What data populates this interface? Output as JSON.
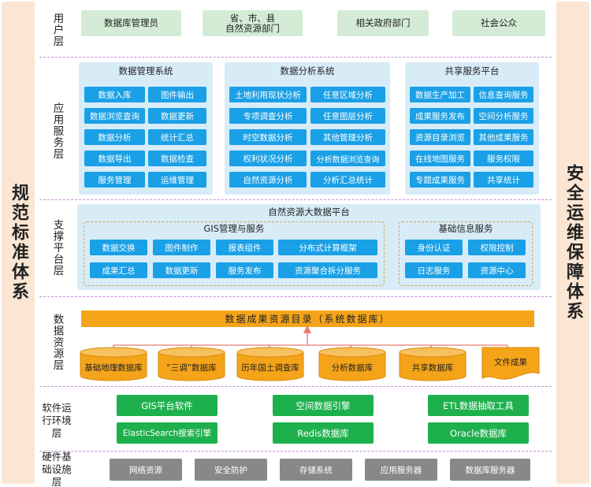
{
  "sides": {
    "left": "规范标准体系",
    "right": "安全运维保障体系"
  },
  "layers": {
    "user": "用户层",
    "app": "应用服务层",
    "support": "支撑平台层",
    "data": "数据资源层",
    "software": "软件运行环境层",
    "hardware": "硬件基础设施层"
  },
  "user_layer": [
    "数据库管理员",
    "省、市、县\n自然资源部门",
    "相关政府部门",
    "社会公众"
  ],
  "app_layer": {
    "data_mgmt": {
      "title": "数据管理系统",
      "items": [
        "数据入库",
        "图件输出",
        "数据浏览查询",
        "数据更新",
        "数据分析",
        "统计汇总",
        "数据导出",
        "数据检查",
        "服务管理",
        "运维管理"
      ]
    },
    "data_analysis": {
      "title": "数据分析系统",
      "items": [
        "土地利用现状分析",
        "任意区域分析",
        "专项调查分析",
        "任意图层分析",
        "时空数据分析",
        "其他管理分析",
        "权利状况分析",
        "分析数据浏览查询",
        "自然资源分析",
        "分析汇总统计"
      ]
    },
    "sharing": {
      "title": "共享服务平台",
      "items": [
        "数据生产加工",
        "信息查询服务",
        "成果服务发布",
        "空间分析服务",
        "资源目录浏览",
        "其他成果服务",
        "在线地图服务",
        "服务权限",
        "专题成果服务",
        "共享统计"
      ]
    }
  },
  "support_layer": {
    "title": "自然资源大数据平台",
    "gis": {
      "title": "GIS管理与服务",
      "row1": [
        "数据交换",
        "图件制作",
        "报表组件",
        "分布式计算框架"
      ],
      "row2": [
        "成果汇总",
        "数据更新",
        "服务发布",
        "资源聚合拆分服务"
      ]
    },
    "basic": {
      "title": "基础信息服务",
      "items": [
        "身份认证",
        "权限控制",
        "日志服务",
        "资源中心"
      ]
    }
  },
  "data_layer": {
    "catalog": "数据成果资源目录（系统数据库）",
    "databases": [
      "基础地理数据库",
      "“三调”数据库",
      "历年国土调查库",
      "分析数据库",
      "共享数据库"
    ],
    "file": "文件成果"
  },
  "software_layer": [
    "GIS平台软件",
    "空间数据引擎",
    "ETL数据抽取工具",
    "ElasticSearch搜索引擎",
    "Redis数据库",
    "Oracle数据库"
  ],
  "hardware_layer": [
    "网络资源",
    "安全防护",
    "存储系统",
    "应用服务器",
    "数据库服务器"
  ],
  "colors": {
    "side_bg": "#fbe5d3",
    "user_box": "#d4ecd6",
    "panel_bg": "#d8ecf8",
    "blue_box": "#1aa0e6",
    "catalog": "#f5a419",
    "green_box": "#1fb04e",
    "gray_box": "#888888",
    "separator": "#c98ed6"
  }
}
